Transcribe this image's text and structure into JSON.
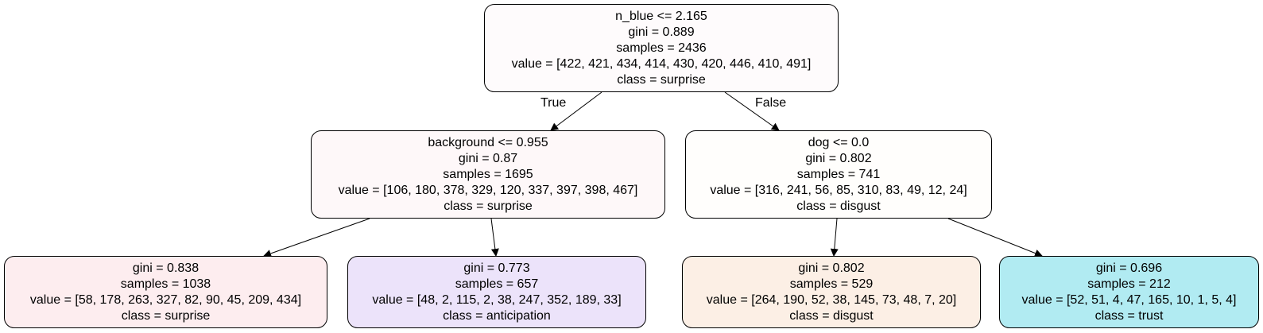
{
  "tree": {
    "nodes": [
      {
        "id": "root",
        "lines": [
          "n_blue <= 2.165",
          "gini = 0.889",
          "samples = 2436",
          "value = [422, 421, 434, 414, 430, 420, 446, 410, 491]",
          "class = surprise"
        ],
        "fill": "#fefbfc"
      },
      {
        "id": "left",
        "lines": [
          "background <= 0.955",
          "gini = 0.87",
          "samples = 1695",
          "value = [106, 180, 378, 329, 120, 337, 397, 398, 467]",
          "class = surprise"
        ],
        "fill": "#fef8f9"
      },
      {
        "id": "right",
        "lines": [
          "dog <= 0.0",
          "gini = 0.802",
          "samples = 741",
          "value = [316, 241, 56, 85, 310, 83, 49, 12, 24]",
          "class = disgust"
        ],
        "fill": "#fffefc"
      },
      {
        "id": "left-left",
        "lines": [
          "gini = 0.838",
          "samples = 1038",
          "value = [58, 178, 263, 327, 82, 90, 45, 209, 434]",
          "class = surprise"
        ],
        "fill": "#fdedef"
      },
      {
        "id": "left-right",
        "lines": [
          "gini = 0.773",
          "samples = 657",
          "value = [48, 2, 115, 2, 38, 247, 352, 189, 33]",
          "class = anticipation"
        ],
        "fill": "#ece3fa"
      },
      {
        "id": "right-left",
        "lines": [
          "gini = 0.802",
          "samples = 529",
          "value = [264, 190, 52, 38, 145, 73, 48, 7, 20]",
          "class = disgust"
        ],
        "fill": "#fcefe5"
      },
      {
        "id": "right-right",
        "lines": [
          "gini = 0.696",
          "samples = 212",
          "value = [52, 51, 4, 47, 165, 10, 1, 5, 4]",
          "class = trust"
        ],
        "fill": "#b1ebf2"
      }
    ],
    "edges": [
      {
        "from": "root",
        "to": "left",
        "label": "True"
      },
      {
        "from": "root",
        "to": "right",
        "label": "False"
      },
      {
        "from": "left",
        "to": "left-left",
        "label": ""
      },
      {
        "from": "left",
        "to": "left-right",
        "label": ""
      },
      {
        "from": "right",
        "to": "right-left",
        "label": ""
      },
      {
        "from": "right",
        "to": "right-right",
        "label": ""
      }
    ]
  }
}
